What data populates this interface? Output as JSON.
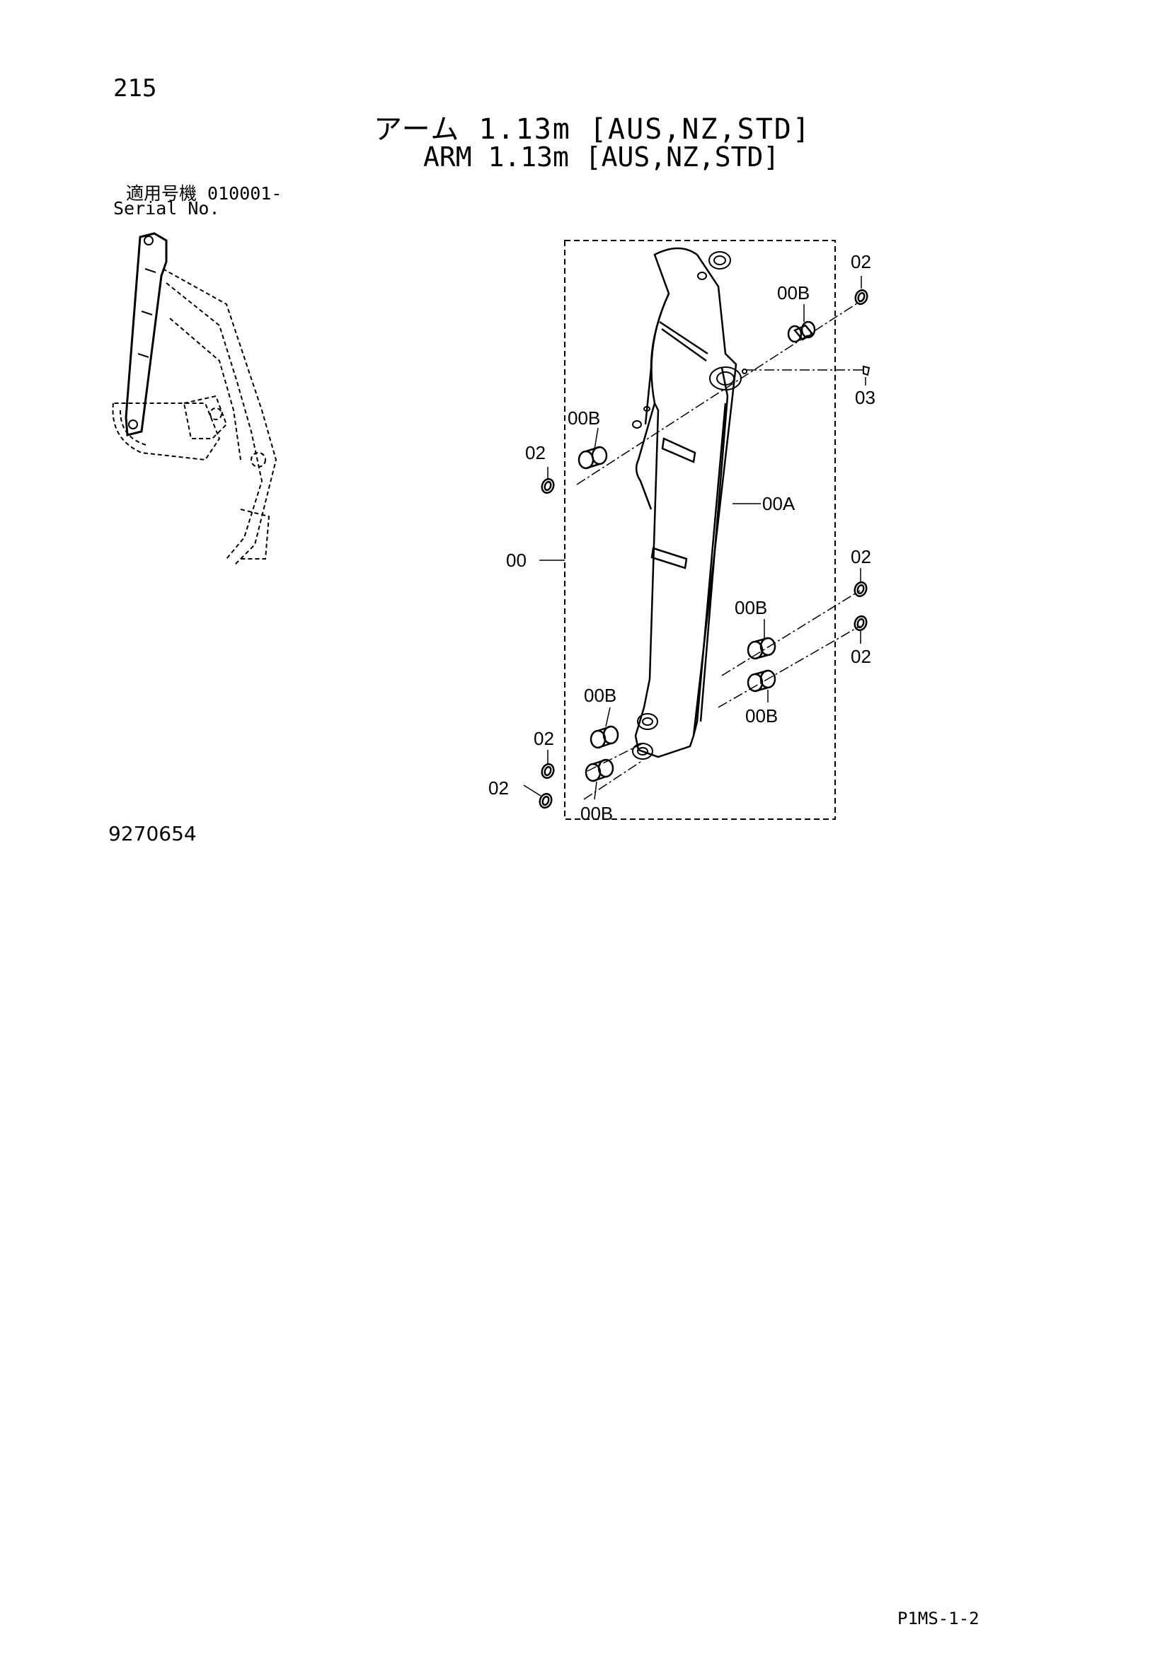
{
  "page_number": "215",
  "title_jp": "アーム 1.13m [AUS,NZ,STD]",
  "title_en": "ARM 1.13m [AUS,NZ,STD]",
  "serial_jp": "適用号機 010001-",
  "serial_en": "Serial No.",
  "figure_number": "9270654",
  "page_code": "P1MS-1-2",
  "callouts": {
    "assembly": "00",
    "arm_body": "00A",
    "bushing": "00B",
    "seal": "02",
    "grease_fitting": "03"
  }
}
